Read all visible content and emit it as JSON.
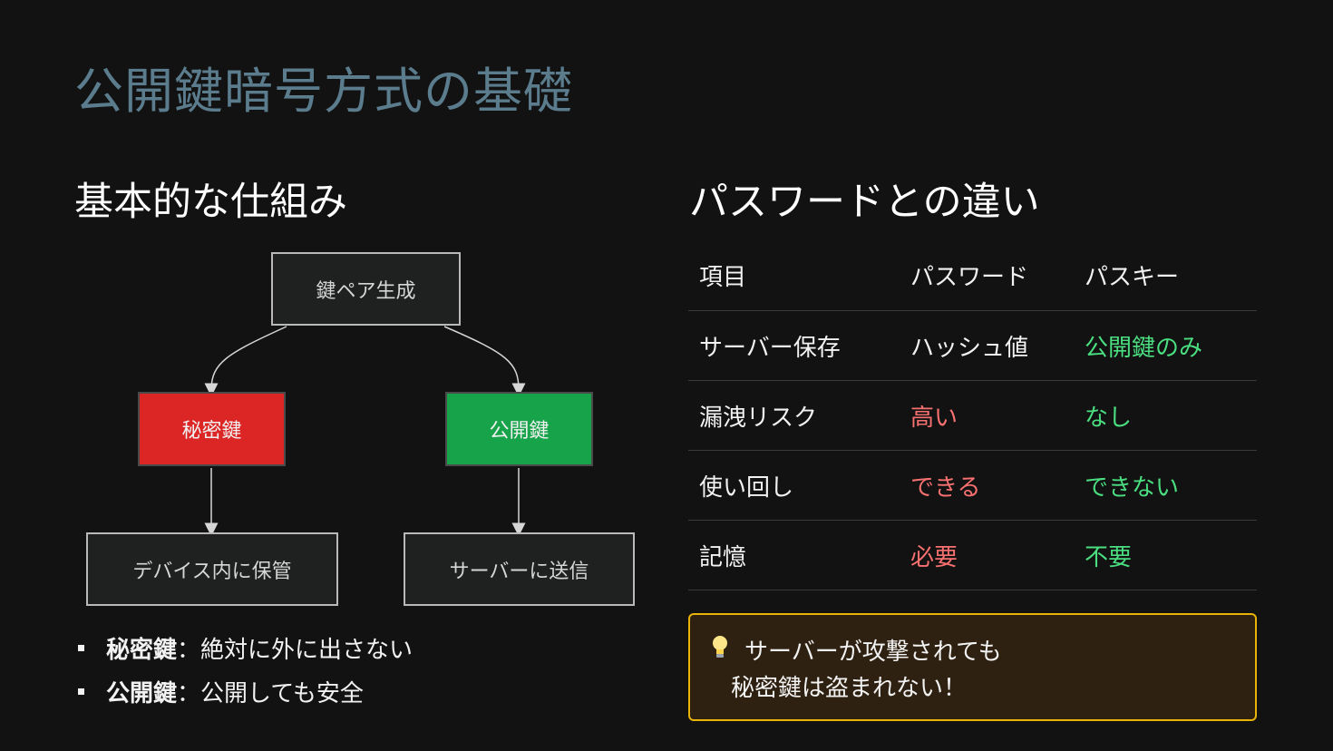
{
  "title": "公開鍵暗号方式の基礎",
  "left": {
    "heading": "基本的な仕組み",
    "diagram": {
      "keygen": "鍵ペア生成",
      "private_key": "秘密鍵",
      "public_key": "公開鍵",
      "device": "デバイス内に保管",
      "server": "サーバーに送信",
      "colors": {
        "private": "#dc2626",
        "public": "#16a34a"
      }
    },
    "bullets": [
      {
        "term": "秘密鍵",
        "desc": "：絶対に外に出さない"
      },
      {
        "term": "公開鍵",
        "desc": "：公開しても安全"
      }
    ]
  },
  "right": {
    "heading": "パスワードとの違い",
    "table": {
      "headers": [
        "項目",
        "パスワード",
        "パスキー"
      ],
      "rows": [
        [
          "サーバー保存",
          "ハッシュ値",
          "公開鍵のみ"
        ],
        [
          "漏洩リスク",
          "高い",
          "なし"
        ],
        [
          "使い回し",
          "できる",
          "できない"
        ],
        [
          "記憶",
          "必要",
          "不要"
        ]
      ]
    },
    "note": {
      "icon": "lightbulb-icon",
      "line1": "サーバーが攻撃されても",
      "line2": "秘密鍵は盗まれない！"
    }
  }
}
